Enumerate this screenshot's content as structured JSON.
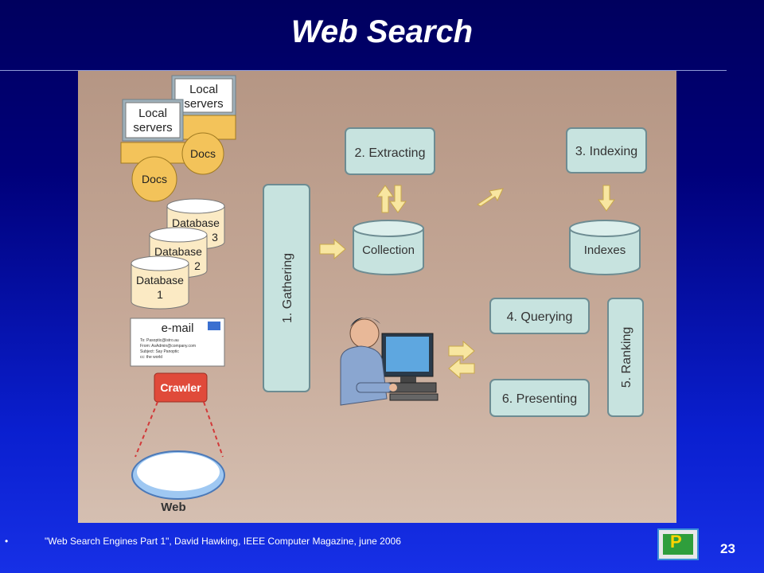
{
  "slide": {
    "title": "Web Search",
    "page_number": "23",
    "footer_bullet": "•",
    "footer_text": "\"Web Search Engines Part 1\", David Hawking, IEEE Computer Magazine, june 2006"
  },
  "diagram": {
    "local_servers_back": [
      "Local",
      "servers"
    ],
    "local_servers_front": [
      "Local",
      "servers"
    ],
    "docs_1": "Docs",
    "docs_2": "Docs",
    "database_3": [
      "Database",
      "3"
    ],
    "database_2": [
      "Database",
      "2"
    ],
    "database_1": [
      "Database",
      "1"
    ],
    "email_title": "e-mail",
    "email_lines": [
      "To: Pasoptic@istro.au",
      "From: AsAdmin@company.com",
      "Subject: Say Panoptic",
      "cc: the world"
    ],
    "crawler": "Crawler",
    "web": "Web",
    "gathering": "1. Gathering",
    "extracting": "2. Extracting",
    "collection": "Collection",
    "indexing": "3. Indexing",
    "indexes": "Indexes",
    "querying": "4. Querying",
    "ranking": "5. Ranking",
    "presenting": "6. Presenting"
  },
  "colors": {
    "box_fill": "#c7e3df",
    "docs_fill": "#f3c35a",
    "arrow_fill": "#f8e6a0",
    "crawler_fill": "#e04a3a"
  }
}
